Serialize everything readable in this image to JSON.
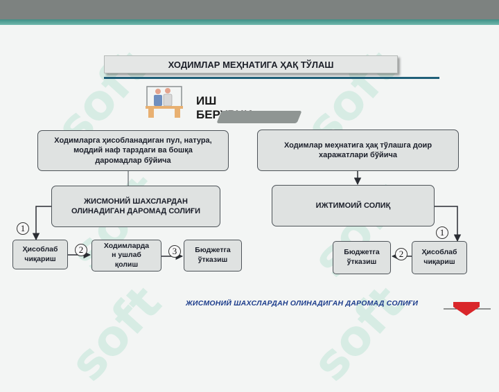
{
  "title": "ХОДИМЛАР МЕҲНАТИГА ҲАҚ ТЎЛАШ",
  "employer": {
    "line1": "ИШ",
    "line2": "БЕРУВЧИ",
    "icon": "employer-desk-icon"
  },
  "left_branch": {
    "basis": [
      "Ходимларга ҳисобланадиган пул, натура,",
      "моддий наф тарздаги ва бошқа",
      "даромадлар бўйича"
    ],
    "tax": [
      "ЖИСМОНИЙ ШАХСЛАРДАН",
      "ОЛИНАДИГАН ДАРОМАД СОЛИҒИ"
    ],
    "steps": [
      {
        "num": "1",
        "label": [
          "Ҳисоблаб",
          "чиқариш"
        ]
      },
      {
        "num": "2",
        "label": [
          "Ходимларда",
          "н ушлаб",
          "қолиш"
        ]
      },
      {
        "num": "3",
        "label": [
          "Бюджетга",
          "ўтказиш"
        ]
      }
    ]
  },
  "right_branch": {
    "basis": [
      "Ходимлар меҳнатига ҳақ тўлашга доир",
      "харажатлари бўйича"
    ],
    "tax": [
      "ИЖТИМОИЙ СОЛИҚ"
    ],
    "steps": [
      {
        "num": "1",
        "label": [
          "Ҳисоблаб",
          "чиқариш"
        ]
      },
      {
        "num": "2",
        "label": [
          "Бюджетга",
          "ўтказиш"
        ]
      }
    ]
  },
  "footer_link": "ЖИСМОНИЙ ШАХСЛАРДАН ОЛИНАДИГАН ДАРОМАД СОЛИҒИ",
  "watermark": "soft",
  "colors": {
    "accent_line": "#1f5f78",
    "footer_text": "#1d3d8c",
    "arrow_red": "#d9262a"
  }
}
